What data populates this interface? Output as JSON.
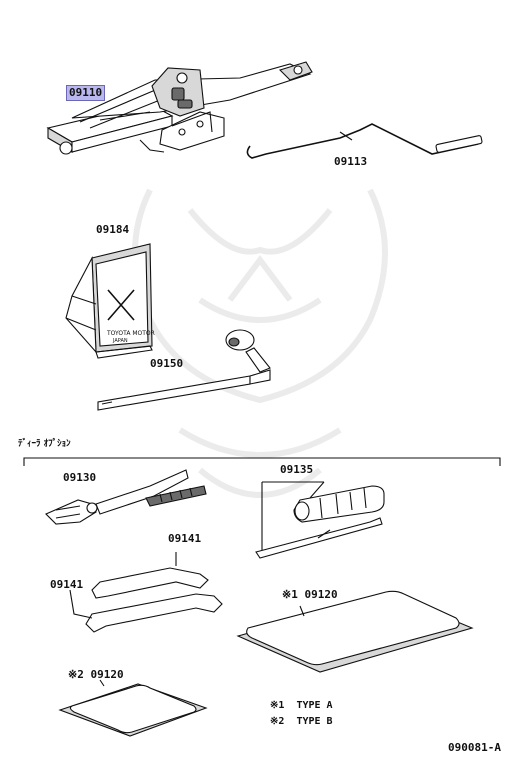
{
  "parts": {
    "jack": "09110",
    "jack_handle": "09113",
    "wheel_chock": "09184",
    "wrench_handle": "09150",
    "pliers": "09130",
    "screwdriver": "09135",
    "spanner_upper": "09141",
    "spanner_lower": "09141",
    "tool_bag_a": "※1 09120",
    "tool_bag_b": "※2 09120"
  },
  "section_title": "ﾃﾞｨｰﾗ ｵﾌﾟｼｮﾝ",
  "legend": [
    {
      "mark": "※1",
      "text": "TYPE A"
    },
    {
      "mark": "※2",
      "text": "TYPE B"
    }
  ],
  "chock_text": "TOYOTA MOTOR",
  "chock_text2": "JAPAN",
  "diagram_code": "090081-A",
  "colors": {
    "highlight": "#b9b7ee",
    "line": "#111111"
  }
}
